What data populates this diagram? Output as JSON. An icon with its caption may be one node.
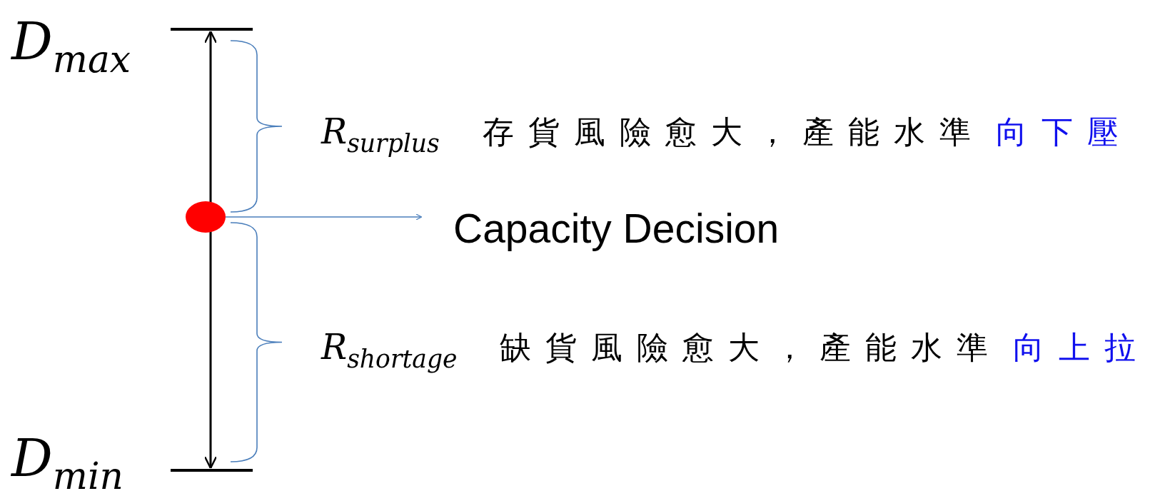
{
  "diagram": {
    "nodes": [
      {
        "text": [],
        "shape": "circle"
      },
      {
        "text": [
          "Capacity Decision"
        ]
      }
    ],
    "edges": [
      {
        "from": 0,
        "to": 1,
        "arrow": "to"
      }
    ],
    "labels": [
      "D$_{max}$",
      "D$_{min}$",
      "R$_{surplus}$",
      "存貨風險愈大，產能水準",
      "向下壓",
      "R$_{shortage}$",
      "缺貨風險愈大，產能水準",
      "向上拉"
    ]
  }
}
